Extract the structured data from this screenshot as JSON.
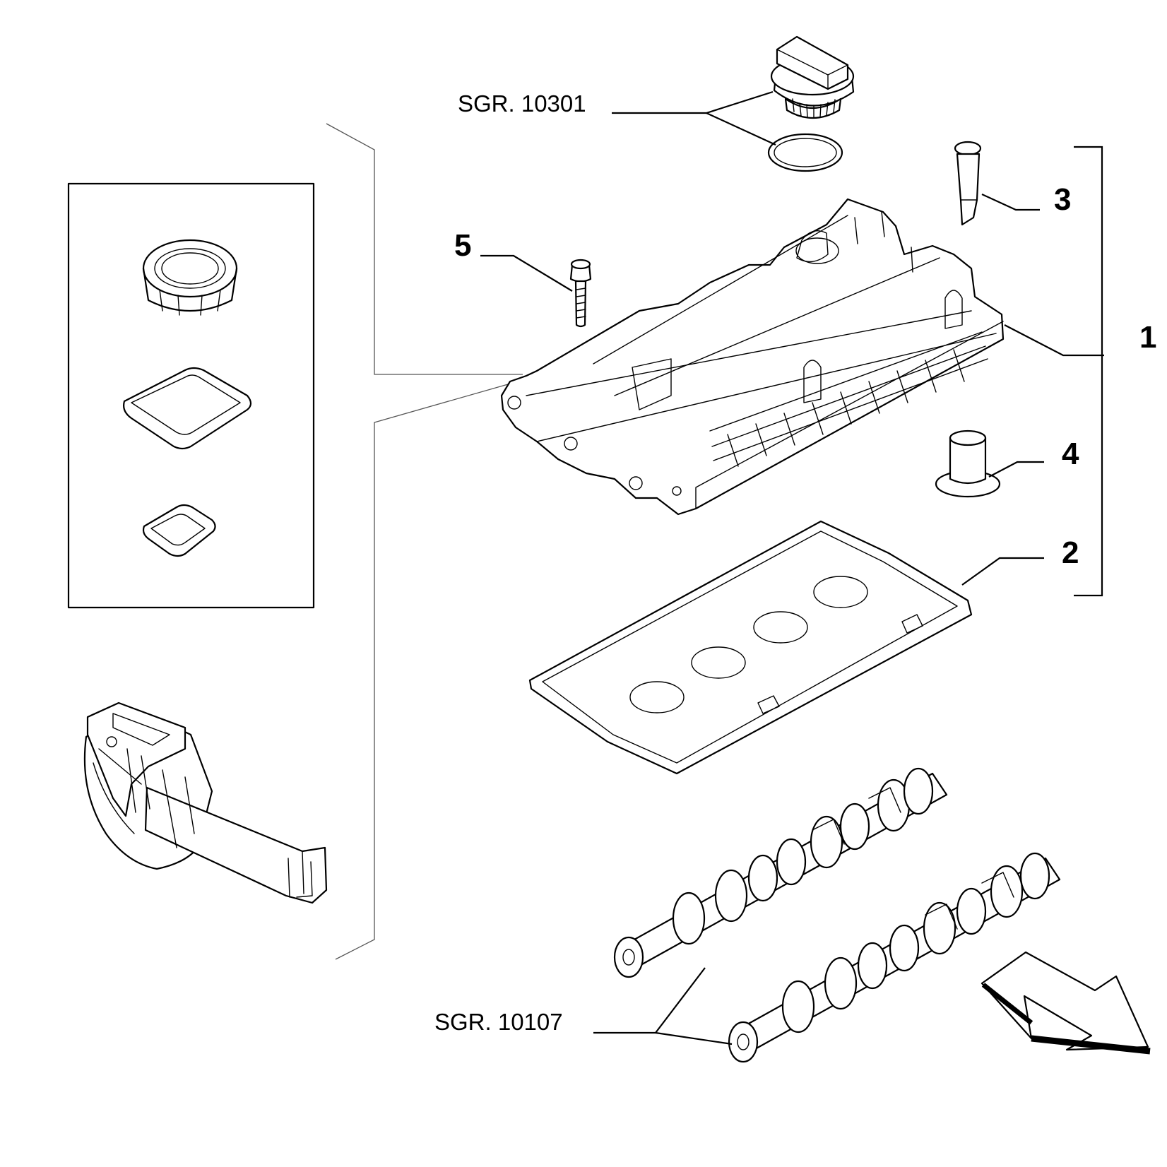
{
  "labels": {
    "ref_oil_cap": "SGR. 10301",
    "ref_camshafts": "SGR. 10107",
    "part_1": "1",
    "part_2": "2",
    "part_3": "3",
    "part_4": "4",
    "part_5": "5"
  },
  "icons": {
    "direction_arrow": "arrow-down-right-icon"
  }
}
